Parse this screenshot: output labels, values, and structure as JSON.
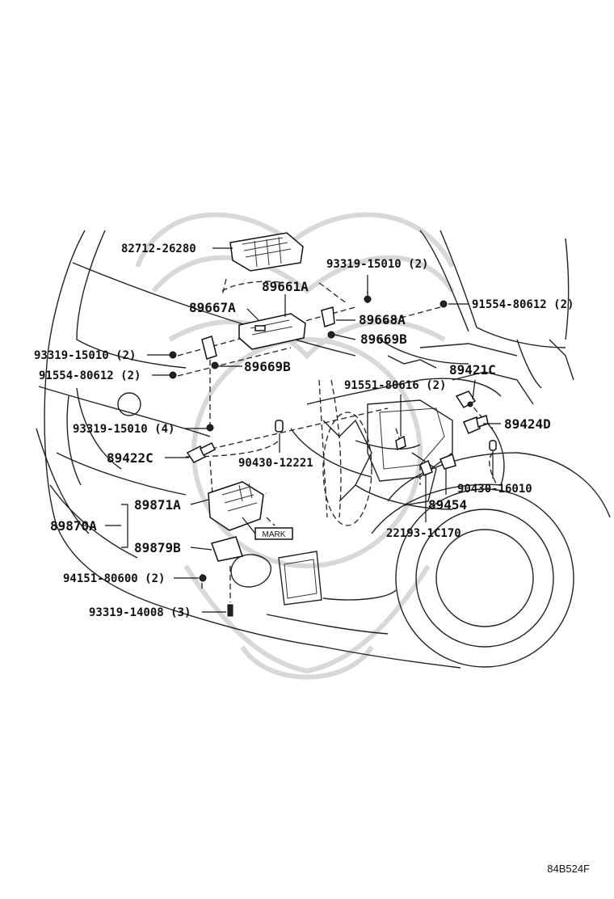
{
  "labels": {
    "p82712": "82712-26280",
    "p93319_top": "93319-15010 (2)",
    "p89661": "89661A",
    "p91554_right": "91554-80612 (2)",
    "p89667": "89667A",
    "p89668": "89668A",
    "p93319_left": "93319-15010 (2)",
    "p89669_right": "89669B",
    "p91554_left": "91554-80612 (2)",
    "p89669_left": "89669B",
    "p89421": "89421C",
    "p91551": "91551-80616 (2)",
    "p93319_4": "93319-15010 (4)",
    "p89424": "89424D",
    "p89422": "89422C",
    "p90430_12221": "90430-12221",
    "p90430_16010": "90430-16010",
    "p89871": "89871A",
    "p89454": "89454",
    "p89870": "89870A",
    "p22193": "22193-1C170",
    "mark": "MARK",
    "p89879": "89879B",
    "p94151": "94151-80600 (2)",
    "p93319_14008": "93319-14008 (3)"
  },
  "figure_id": "84B524F"
}
